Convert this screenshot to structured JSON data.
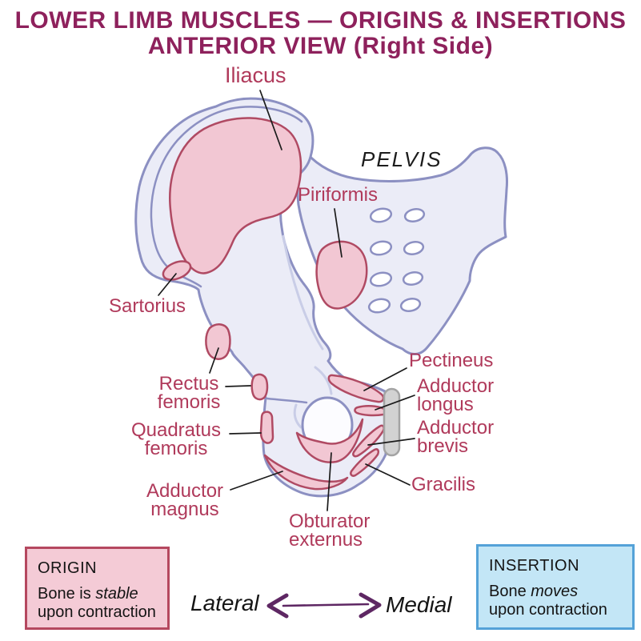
{
  "title": {
    "line1": "LOWER LIMB MUSCLES — ORIGINS & INSERTIONS",
    "line2": "ANTERIOR VIEW (Right Side)"
  },
  "diagram": {
    "region_label": "PELVIS",
    "labels": {
      "iliacus": {
        "text": "Iliacus"
      },
      "piriformis": {
        "text": "Piriformis"
      },
      "sartorius": {
        "text": "Sartorius"
      },
      "rectus_femoris": {
        "line1": "Rectus",
        "line2": "femoris"
      },
      "quadratus_femoris": {
        "line1": "Quadratus",
        "line2": "femoris"
      },
      "adductor_magnus": {
        "line1": "Adductor",
        "line2": "magnus"
      },
      "obturator_externus": {
        "line1": "Obturator",
        "line2": "externus"
      },
      "pectineus": {
        "text": "Pectineus"
      },
      "adductor_longus": {
        "line1": "Adductor",
        "line2": "longus"
      },
      "adductor_brevis": {
        "line1": "Adductor",
        "line2": "brevis"
      },
      "gracilis": {
        "text": "Gracilis"
      }
    }
  },
  "axis": {
    "left": "Lateral",
    "right": "Medial"
  },
  "legend": {
    "origin": {
      "title": "ORIGIN",
      "line1_normal": "Bone is ",
      "line1_em": "stable",
      "line2": "upon contraction"
    },
    "insertion": {
      "title": "INSERTION",
      "line1_normal": "Bone ",
      "line1_em": "moves",
      "line2": "upon contraction"
    }
  },
  "colors": {
    "title_text": "#8E215C",
    "label_text": "#B03A5B",
    "muscle_fill": "#F2C7D3",
    "muscle_stroke": "#B04A63",
    "bone_fill": "#EBECF7",
    "bone_stroke": "#8C90C2",
    "bone_light_line": "#C9CDE7",
    "origin_box_fill": "#F4CBD6",
    "origin_box_border": "#B5485F",
    "insertion_box_fill": "#C3E6F6",
    "insertion_box_border": "#54A2D8",
    "arrow": "#5E2763",
    "symphysis_fill": "#D2D2D2",
    "leader_line": "#1B1B1B"
  }
}
